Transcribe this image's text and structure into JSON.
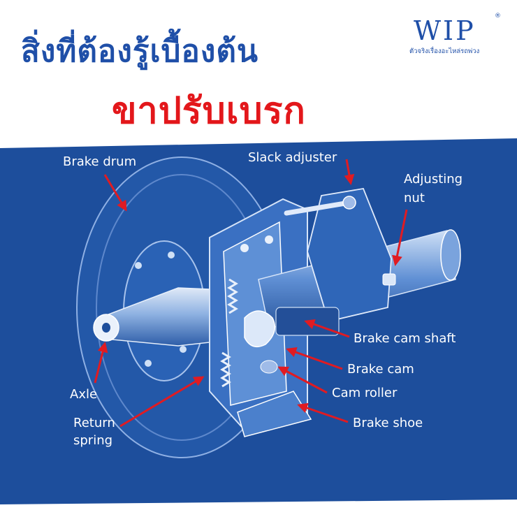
{
  "header": {
    "title_line1": "สิ่งที่ต้องรู้เบื้องต้น",
    "title_line2": "ขาปรับเบรก"
  },
  "logo": {
    "mark": "WIP",
    "registered": "®",
    "tagline": "ตัวจริงเรื่องอะไหล่รถพ่วง"
  },
  "diagram": {
    "labels": [
      {
        "key": "brake_drum",
        "text": "Brake drum"
      },
      {
        "key": "slack_adjuster",
        "text": "Slack adjuster"
      },
      {
        "key": "adjusting_nut_1",
        "text": "Adjusting"
      },
      {
        "key": "adjusting_nut_2",
        "text": "nut"
      },
      {
        "key": "brake_cam_shaft",
        "text": "Brake cam shaft"
      },
      {
        "key": "brake_cam",
        "text": "Brake cam"
      },
      {
        "key": "cam_roller",
        "text": "Cam roller"
      },
      {
        "key": "brake_shoe",
        "text": "Brake shoe"
      },
      {
        "key": "axle",
        "text": "Axle"
      },
      {
        "key": "return_spring_1",
        "text": "Return"
      },
      {
        "key": "return_spring_2",
        "text": "spring"
      }
    ]
  },
  "colors": {
    "title_blue": "#1f4fa8",
    "title_red": "#e3171b",
    "panel_blue": "#1d4e9c",
    "arrow_red": "#e01b22",
    "label_white": "#ffffff"
  }
}
